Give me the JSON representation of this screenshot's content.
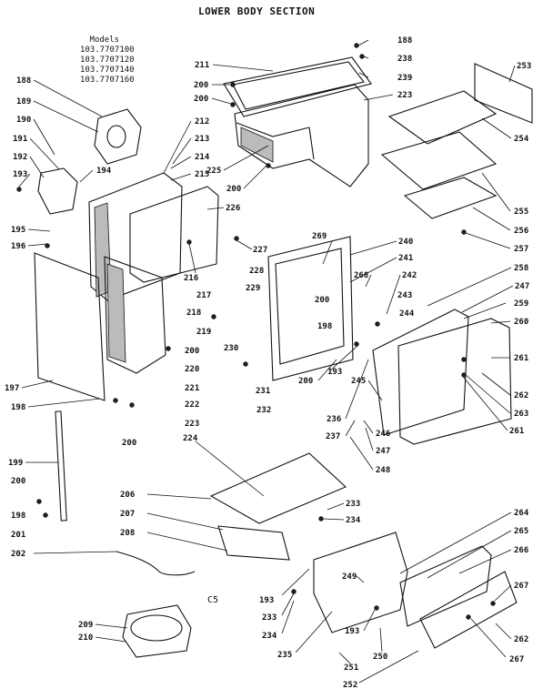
{
  "title": "LOWER BODY SECTION",
  "models": {
    "header": "Models",
    "numbers": [
      "103.7707100",
      "103.7707120",
      "103.7707140",
      "103.7707160"
    ]
  },
  "code": "C5",
  "callouts": [
    {
      "id": "188a",
      "text": "188"
    },
    {
      "id": "189",
      "text": "189"
    },
    {
      "id": "190",
      "text": "190"
    },
    {
      "id": "191",
      "text": "191"
    },
    {
      "id": "192",
      "text": "192"
    },
    {
      "id": "193a",
      "text": "193"
    },
    {
      "id": "194",
      "text": "194"
    },
    {
      "id": "195",
      "text": "195"
    },
    {
      "id": "196",
      "text": "196"
    },
    {
      "id": "197",
      "text": "197"
    },
    {
      "id": "198a",
      "text": "198"
    },
    {
      "id": "199",
      "text": "199"
    },
    {
      "id": "200a",
      "text": "200"
    },
    {
      "id": "198b",
      "text": "198"
    },
    {
      "id": "201",
      "text": "201"
    },
    {
      "id": "202",
      "text": "202"
    },
    {
      "id": "209",
      "text": "209"
    },
    {
      "id": "210",
      "text": "210"
    },
    {
      "id": "211",
      "text": "211"
    },
    {
      "id": "200b",
      "text": "200"
    },
    {
      "id": "200c",
      "text": "200"
    },
    {
      "id": "212",
      "text": "212"
    },
    {
      "id": "213",
      "text": "213"
    },
    {
      "id": "214",
      "text": "214"
    },
    {
      "id": "215",
      "text": "215"
    },
    {
      "id": "225",
      "text": "225"
    },
    {
      "id": "200d",
      "text": "200"
    },
    {
      "id": "226",
      "text": "226"
    },
    {
      "id": "227",
      "text": "227"
    },
    {
      "id": "216",
      "text": "216"
    },
    {
      "id": "217",
      "text": "217"
    },
    {
      "id": "218",
      "text": "218"
    },
    {
      "id": "219",
      "text": "219"
    },
    {
      "id": "200e",
      "text": "200"
    },
    {
      "id": "220",
      "text": "220"
    },
    {
      "id": "221",
      "text": "221"
    },
    {
      "id": "222",
      "text": "222"
    },
    {
      "id": "223a",
      "text": "223"
    },
    {
      "id": "200f",
      "text": "200"
    },
    {
      "id": "228",
      "text": "228"
    },
    {
      "id": "229",
      "text": "229"
    },
    {
      "id": "230",
      "text": "230"
    },
    {
      "id": "231",
      "text": "231"
    },
    {
      "id": "232",
      "text": "232"
    },
    {
      "id": "188b",
      "text": "188"
    },
    {
      "id": "238",
      "text": "238"
    },
    {
      "id": "239",
      "text": "239"
    },
    {
      "id": "223b",
      "text": "223"
    },
    {
      "id": "253",
      "text": "253"
    },
    {
      "id": "254",
      "text": "254"
    },
    {
      "id": "255",
      "text": "255"
    },
    {
      "id": "256",
      "text": "256"
    },
    {
      "id": "257",
      "text": "257"
    },
    {
      "id": "269",
      "text": "269"
    },
    {
      "id": "240",
      "text": "240"
    },
    {
      "id": "241",
      "text": "241"
    },
    {
      "id": "268",
      "text": "268"
    },
    {
      "id": "242",
      "text": "242"
    },
    {
      "id": "200g",
      "text": "200"
    },
    {
      "id": "198c",
      "text": "198"
    },
    {
      "id": "200h",
      "text": "200"
    },
    {
      "id": "193b",
      "text": "193"
    },
    {
      "id": "236",
      "text": "236"
    },
    {
      "id": "237",
      "text": "237"
    },
    {
      "id": "258",
      "text": "258"
    },
    {
      "id": "247a",
      "text": "247"
    },
    {
      "id": "243",
      "text": "243"
    },
    {
      "id": "259",
      "text": "259"
    },
    {
      "id": "244",
      "text": "244"
    },
    {
      "id": "260",
      "text": "260"
    },
    {
      "id": "261a",
      "text": "261"
    },
    {
      "id": "245",
      "text": "245"
    },
    {
      "id": "262a",
      "text": "262"
    },
    {
      "id": "263",
      "text": "263"
    },
    {
      "id": "261b",
      "text": "261"
    },
    {
      "id": "246",
      "text": "246"
    },
    {
      "id": "247b",
      "text": "247"
    },
    {
      "id": "248",
      "text": "248"
    },
    {
      "id": "224",
      "text": "224"
    },
    {
      "id": "206",
      "text": "206"
    },
    {
      "id": "233a",
      "text": "233"
    },
    {
      "id": "234a",
      "text": "234"
    },
    {
      "id": "207",
      "text": "207"
    },
    {
      "id": "208",
      "text": "208"
    },
    {
      "id": "264",
      "text": "264"
    },
    {
      "id": "265",
      "text": "265"
    },
    {
      "id": "266",
      "text": "266"
    },
    {
      "id": "249",
      "text": "249"
    },
    {
      "id": "267a",
      "text": "267"
    },
    {
      "id": "193c",
      "text": "193"
    },
    {
      "id": "233b",
      "text": "233"
    },
    {
      "id": "234b",
      "text": "234"
    },
    {
      "id": "193d",
      "text": "193"
    },
    {
      "id": "235",
      "text": "235"
    },
    {
      "id": "250",
      "text": "250"
    },
    {
      "id": "262b",
      "text": "262"
    },
    {
      "id": "251",
      "text": "251"
    },
    {
      "id": "252",
      "text": "252"
    },
    {
      "id": "267b",
      "text": "267"
    }
  ]
}
